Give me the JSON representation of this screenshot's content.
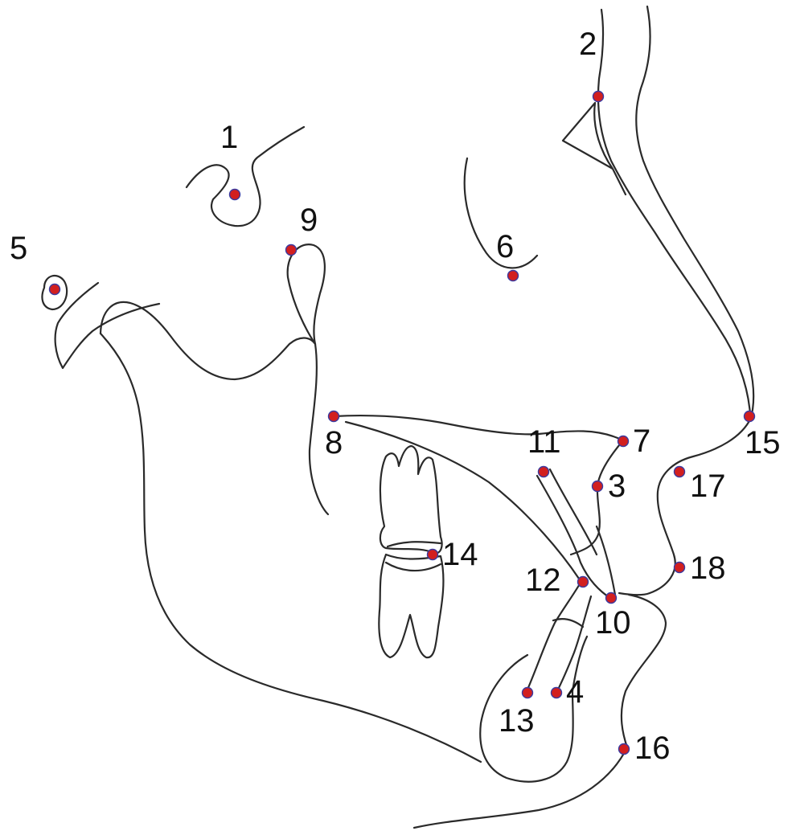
{
  "colors": {
    "line": "#2a2a2a",
    "dot_fill": "#d21f1f",
    "dot_stroke": "#3a3aa0",
    "label": "#111111",
    "background": "#ffffff"
  },
  "landmarks": [
    {
      "id": "1",
      "label": "1"
    },
    {
      "id": "2",
      "label": "2"
    },
    {
      "id": "3",
      "label": "3"
    },
    {
      "id": "4",
      "label": "4"
    },
    {
      "id": "5",
      "label": "5"
    },
    {
      "id": "6",
      "label": "6"
    },
    {
      "id": "7",
      "label": "7"
    },
    {
      "id": "8",
      "label": "8"
    },
    {
      "id": "9",
      "label": "9"
    },
    {
      "id": "10",
      "label": "10"
    },
    {
      "id": "11",
      "label": "11"
    },
    {
      "id": "12",
      "label": "12"
    },
    {
      "id": "13",
      "label": "13"
    },
    {
      "id": "14",
      "label": "14"
    },
    {
      "id": "15",
      "label": "15"
    },
    {
      "id": "16",
      "label": "16"
    },
    {
      "id": "17",
      "label": "17"
    },
    {
      "id": "18",
      "label": "18"
    }
  ]
}
